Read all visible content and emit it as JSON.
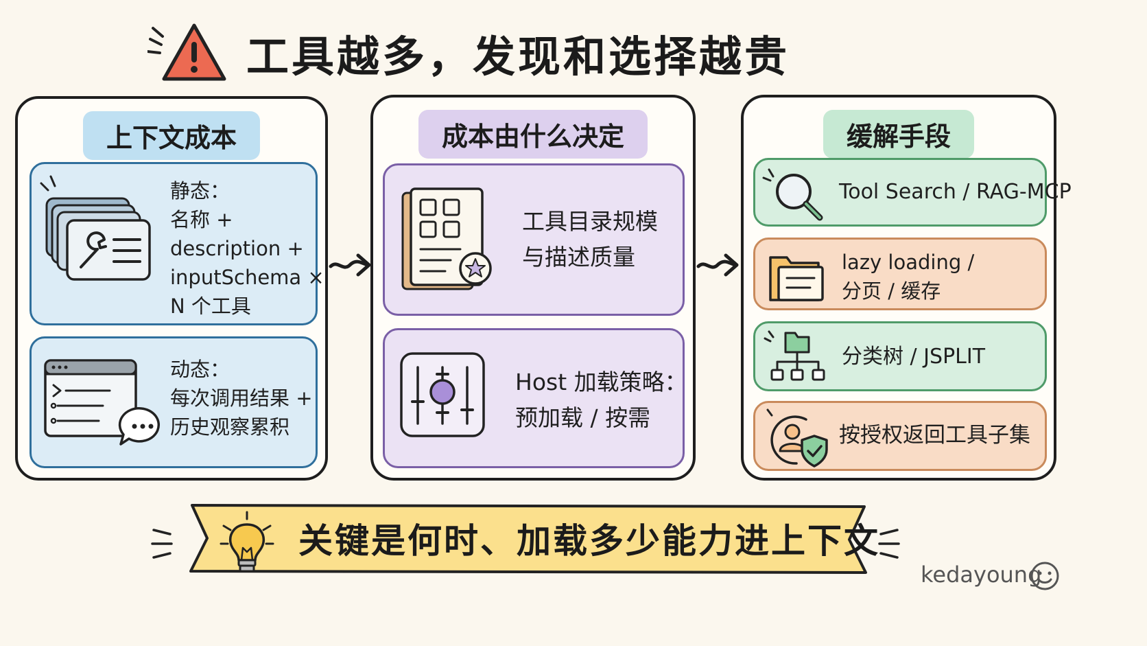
{
  "title": "工具越多，发现和选择越贵",
  "columns": [
    {
      "heading": "上下文成本",
      "cards": [
        {
          "lines": [
            "静态：",
            "名称 +",
            "description +",
            "inputSchema ×",
            "N 个工具"
          ],
          "icon": "tool-card-stack-icon"
        },
        {
          "lines": [
            "动态：",
            "每次调用结果 +",
            "历史观察累积"
          ],
          "icon": "terminal-window-chat-icon"
        }
      ]
    },
    {
      "heading": "成本由什么决定",
      "cards": [
        {
          "lines": [
            "工具目录规模",
            "与描述质量"
          ],
          "icon": "catalog-book-star-icon"
        },
        {
          "lines": [
            "Host 加载策略：",
            "预加载 / 按需"
          ],
          "icon": "sliders-icon"
        }
      ]
    },
    {
      "heading": "缓解手段",
      "cards": [
        {
          "lines": [
            "Tool Search / RAG-MCP"
          ],
          "icon": "magnifier-icon"
        },
        {
          "lines": [
            "lazy loading /",
            "分页 / 缓存"
          ],
          "icon": "folder-document-icon"
        },
        {
          "lines": [
            "分类树 / JSPLIT"
          ],
          "icon": "folder-tree-icon"
        },
        {
          "lines": [
            "按授权返回工具子集"
          ],
          "icon": "user-shield-icon"
        }
      ]
    }
  ],
  "banner": "关键是何时、加载多少能力进上下文",
  "signature": "kedayoung",
  "colors": {
    "blue_head": "#bfe0f2",
    "purple_head": "#ddd0ee",
    "green_head": "#c6e9d3",
    "banner": "#fbe08d",
    "warning": "#ec6a52"
  }
}
